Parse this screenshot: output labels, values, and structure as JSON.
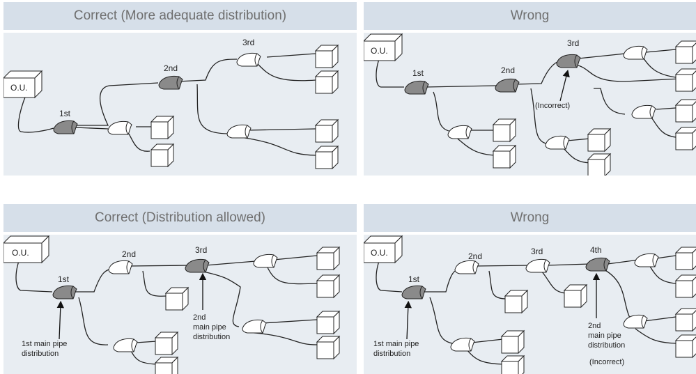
{
  "panels": [
    {
      "title": "Correct (More adequate distribution)",
      "outdoor_unit": "O.U.",
      "branch_labels": [
        "1st",
        "2nd",
        "3rd"
      ]
    },
    {
      "title": "Wrong",
      "outdoor_unit": "O.U.",
      "branch_labels": [
        "1st",
        "2nd",
        "3rd"
      ],
      "notes": [
        "(Incorrect)"
      ]
    },
    {
      "title": "Correct (Distribution allowed)",
      "outdoor_unit": "O.U.",
      "branch_labels": [
        "1st",
        "2nd",
        "3rd"
      ],
      "notes": [
        "1st main pipe",
        "distribution",
        "2nd",
        "main pipe",
        "distribution"
      ]
    },
    {
      "title": "Wrong",
      "outdoor_unit": "O.U.",
      "branch_labels": [
        "1st",
        "2nd",
        "3rd",
        "4th"
      ],
      "notes": [
        "1st main pipe",
        "distribution",
        "2nd",
        "main pipe",
        "distribution",
        "(Incorrect)"
      ]
    }
  ],
  "colors": {
    "header_bg": "#d6dfe9",
    "body_bg": "#e8edf2",
    "main_joint": "#8a8a8a"
  }
}
